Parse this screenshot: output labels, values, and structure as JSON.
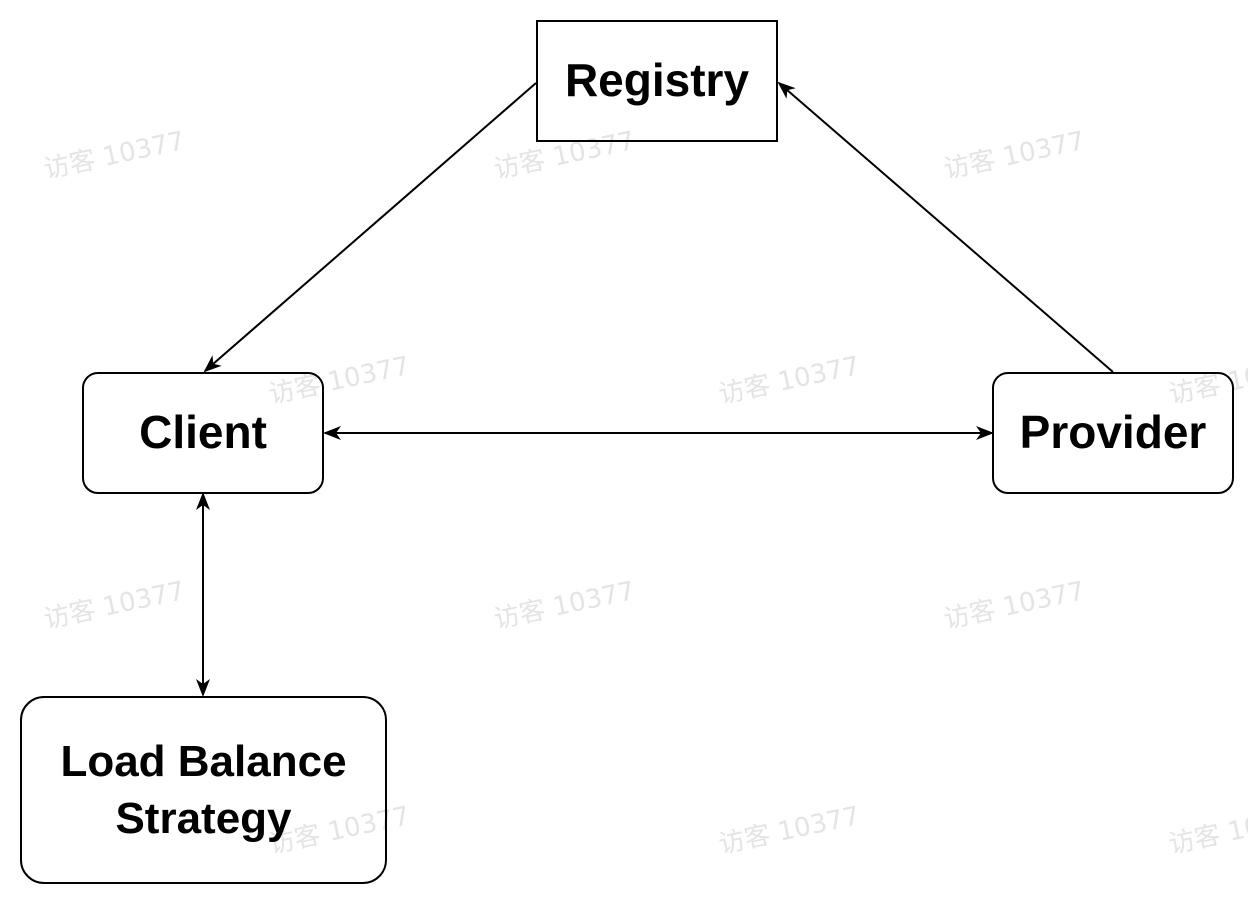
{
  "diagram": {
    "nodes": {
      "registry": {
        "label": "Registry"
      },
      "client": {
        "label": "Client"
      },
      "provider": {
        "label": "Provider"
      },
      "load_balance": {
        "label_line1": "Load Balance",
        "label_line2": "Strategy"
      }
    },
    "edges": [
      {
        "from": "registry",
        "to": "client",
        "arrow": "end"
      },
      {
        "from": "provider",
        "to": "registry",
        "arrow": "end"
      },
      {
        "from": "client",
        "to": "provider",
        "arrow": "both"
      },
      {
        "from": "client",
        "to": "load_balance",
        "arrow": "both"
      }
    ],
    "colors": {
      "stroke": "#000000",
      "watermark": "#e4e4e4",
      "background": "#ffffff"
    }
  },
  "watermark": {
    "text": "访客 10377"
  }
}
